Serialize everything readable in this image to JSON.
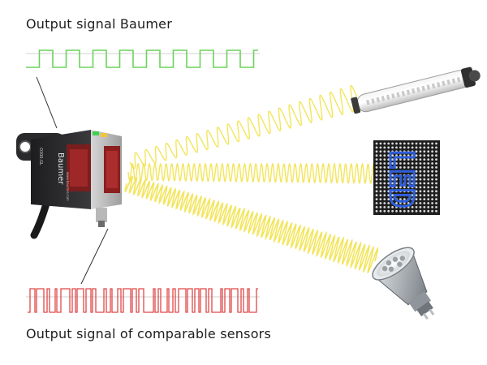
{
  "labels": {
    "top": "Output signal Baumer",
    "bottom": "Output signal of comparable sensors"
  },
  "sensor": {
    "brand": "Baumer",
    "model": "O300.GL",
    "code": "www.baumer.com"
  },
  "led_matrix_text": "LED",
  "colors": {
    "baumer_signal": "#6bd35a",
    "comparable_signal": "#e04848",
    "wave": "#f2e24a",
    "sensor_body": "#2b2b2d",
    "led_glyph": "#2e5fd8"
  }
}
